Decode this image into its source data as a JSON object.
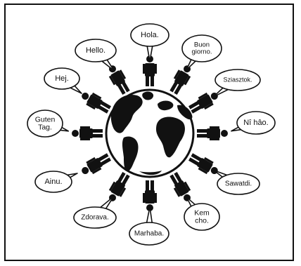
{
  "diagram": {
    "subject": "greetings-around-the-world",
    "center_icon": "globe-icon",
    "figure_icon": "person-icon",
    "ink_color": "#111111",
    "background_color": "#ffffff",
    "greetings": [
      {
        "id": "hola",
        "lines": [
          "Hola."
        ]
      },
      {
        "id": "buongiorno",
        "lines": [
          "Buon",
          "giorno."
        ]
      },
      {
        "id": "sziasztok",
        "lines": [
          "Sziasztok."
        ]
      },
      {
        "id": "nihao",
        "lines": [
          "Nî hâo."
        ]
      },
      {
        "id": "sawatdi",
        "lines": [
          "Sawatdi."
        ]
      },
      {
        "id": "kemcho",
        "lines": [
          "Kem",
          "cho."
        ]
      },
      {
        "id": "marhaba",
        "lines": [
          "Marhaba."
        ]
      },
      {
        "id": "zdorava",
        "lines": [
          "Zdorava."
        ]
      },
      {
        "id": "ainu",
        "lines": [
          "Ainu."
        ]
      },
      {
        "id": "gutentag",
        "lines": [
          "Guten",
          "Tag."
        ]
      },
      {
        "id": "hej",
        "lines": [
          "Hej."
        ]
      },
      {
        "id": "hello",
        "lines": [
          "Hello."
        ]
      }
    ]
  }
}
